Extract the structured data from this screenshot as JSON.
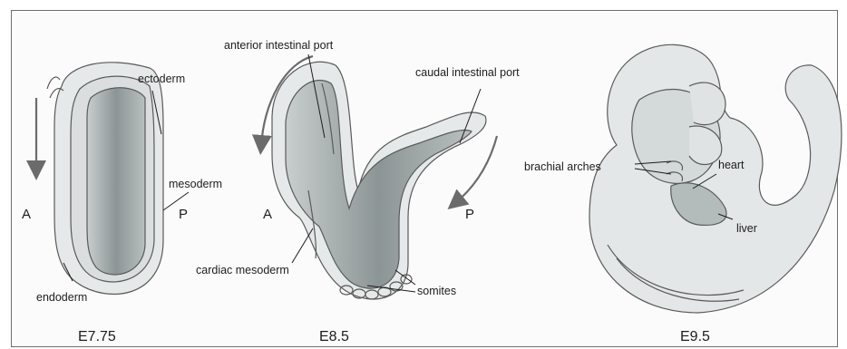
{
  "figure": {
    "panels": [
      {
        "stage": "E7.75",
        "axis": {
          "anterior": "A",
          "posterior": "P"
        },
        "labels": {
          "ectoderm": "ectoderm",
          "mesoderm": "mesoderm",
          "endoderm": "endoderm"
        }
      },
      {
        "stage": "E8.5",
        "axis": {
          "anterior": "A",
          "posterior": "P"
        },
        "labels": {
          "anterior_port": "anterior intestinal port",
          "caudal_port": "caudal intestinal port",
          "cardiac": "cardiac mesoderm",
          "somites": "somites"
        }
      },
      {
        "stage": "E9.5",
        "labels": {
          "arches": "brachial arches",
          "heart": "heart",
          "liver": "liver"
        }
      }
    ],
    "colors": {
      "frame": "#6f6f6f",
      "pencil": "#5a5a5a",
      "shade": "#8e9696",
      "arrow": "#6b6b6b"
    }
  }
}
